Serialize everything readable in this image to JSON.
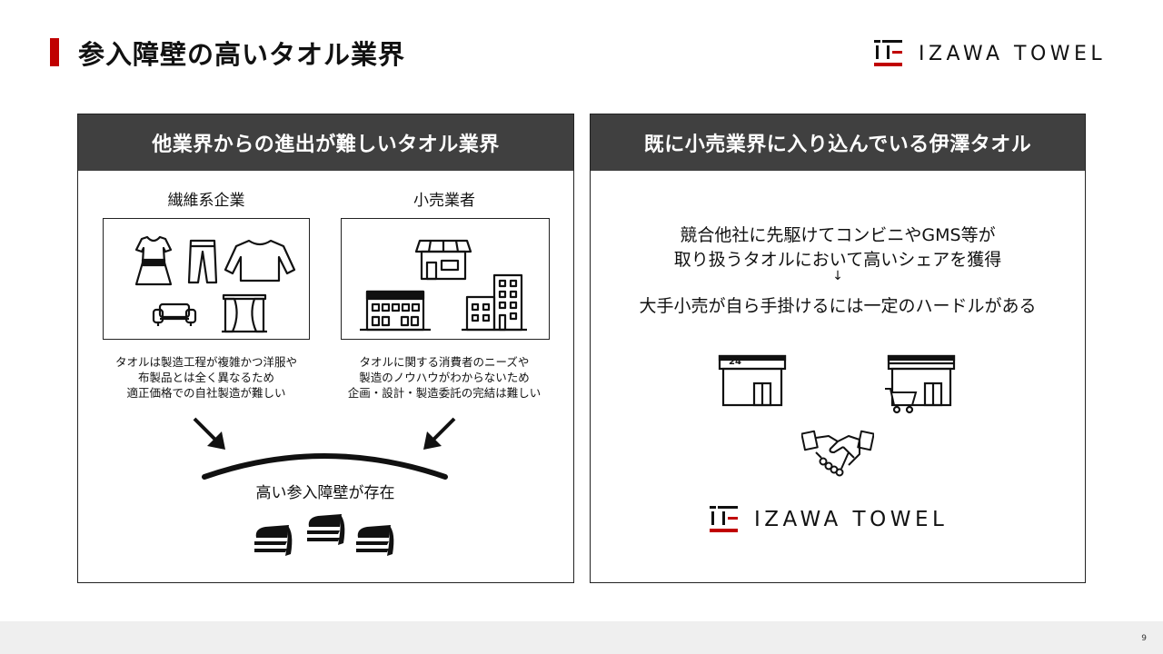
{
  "header": {
    "title": "参入障壁の高いタオル業界",
    "logo_text": "IZAWA TOWEL"
  },
  "left_panel": {
    "heading": "他業界からの進出が難しいタオル業界",
    "textile": {
      "label": "繊維系企業",
      "desc": [
        "タオルは製造工程が複雑かつ洋服や",
        "布製品とは全く異なるため",
        "適正価格での自社製造が難しい"
      ]
    },
    "retail": {
      "label": "小売業者",
      "desc": [
        "タオルに関する消費者のニーズや",
        "製造のノウハウがわからないため",
        "企画・設計・製造委託の完結は難しい"
      ]
    },
    "barrier_label": "高い参入障壁が存在"
  },
  "right_panel": {
    "heading": "既に小売業界に入り込んでいる伊澤タオル",
    "lines": [
      "競合他社に先駆けてコンビニやGMS等が",
      "取り扱うタオルにおいて高いシェアを獲得"
    ],
    "arrow": "↓",
    "conclusion": "大手小売が自ら手掛けるには一定のハードルがある",
    "store_sign": "24",
    "logo_text": "IZAWA TOWEL"
  },
  "footer": {
    "page_number": "9"
  },
  "colors": {
    "accent": "#c00000",
    "header_bg": "#404040",
    "footer_bg": "#efefef"
  }
}
